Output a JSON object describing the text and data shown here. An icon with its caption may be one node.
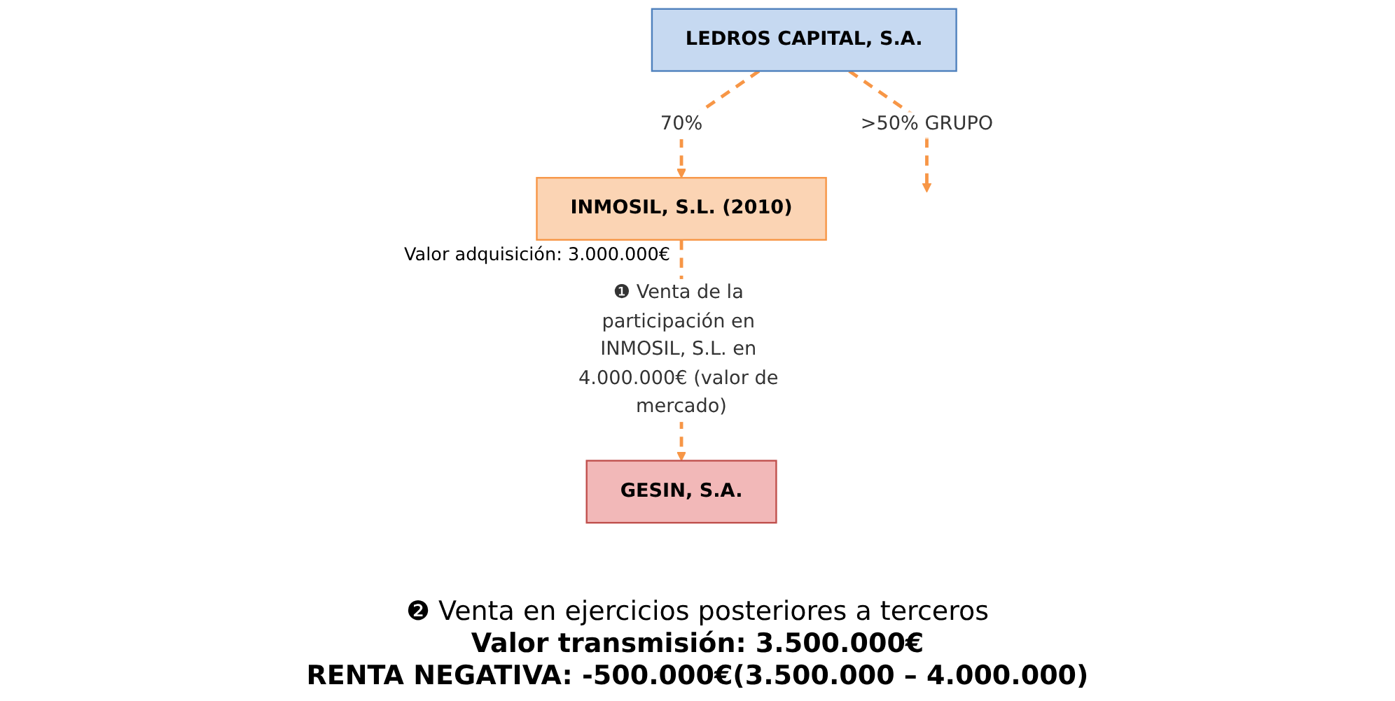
{
  "diagram": {
    "nodes": [
      {
        "text": [
          "LEDROS CAPITAL, S.A."
        ]
      },
      {
        "text": [
          "INMOSIL, S.L. (2010)"
        ],
        "beside": [
          "Valor adquisición: 3.000.000€"
        ]
      },
      {
        "text": [
          "GESIN, S.A."
        ]
      }
    ],
    "edges": [
      {
        "from": 0,
        "to": 1,
        "arrow": "to",
        "label": "70%",
        "style": "dashed"
      },
      {
        "from": 0,
        "to": null,
        "arrow": "to",
        "label": ">50% GRUPO",
        "style": "dashed"
      },
      {
        "from": 1,
        "to": 2,
        "arrow": "to",
        "label": "❶ Venta de la participación en INMOSIL, S.L. en 4.000.000€ (valor de mercado)",
        "style": "dashed"
      }
    ],
    "labels": [
      "❷ Venta en ejercicios posteriores a terceros",
      "Valor transmisión: 3.500.000€",
      "RENTA NEGATIVA: -500.000€(3.500.000 – 4.000.000)"
    ]
  }
}
